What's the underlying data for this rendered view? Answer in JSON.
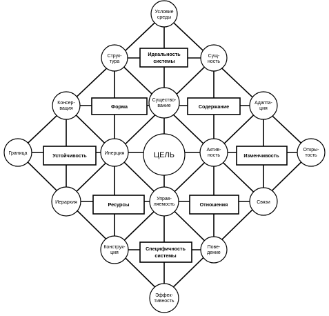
{
  "center": [
    "ЦЕЛЬ"
  ],
  "nodes": {
    "env": [
      "Условие",
      "среды"
    ],
    "struct": [
      "Струк-",
      "тура"
    ],
    "essence": [
      "Сущ-",
      "ность"
    ],
    "conserv": [
      "Консер-",
      "вация"
    ],
    "existence": [
      "Существо-",
      "вание"
    ],
    "adapt": [
      "Адапта-",
      "ция"
    ],
    "border": [
      "Граница"
    ],
    "inertia": [
      "Инерция"
    ],
    "activity": [
      "Актив-",
      "ность"
    ],
    "open": [
      "Откры-",
      "тость"
    ],
    "hierarchy": [
      "Иерархия"
    ],
    "control": [
      "Управ-",
      "ляемость"
    ],
    "links": [
      "Связи"
    ],
    "construct": [
      "Конструк-",
      "ция"
    ],
    "behavior": [
      "Пове-",
      "дение"
    ],
    "effect": [
      "Эффек-",
      "тивность"
    ]
  },
  "boxes": {
    "ideal": [
      "Идеальность",
      "системы"
    ],
    "form": [
      "Форма"
    ],
    "content": [
      "Содержание"
    ],
    "stability": [
      "Устойчивость"
    ],
    "variability": [
      "Изменчивость"
    ],
    "resources": [
      "Ресурсы"
    ],
    "relations": [
      "Отношения"
    ],
    "specific": [
      "Специфичность",
      "системы"
    ]
  }
}
